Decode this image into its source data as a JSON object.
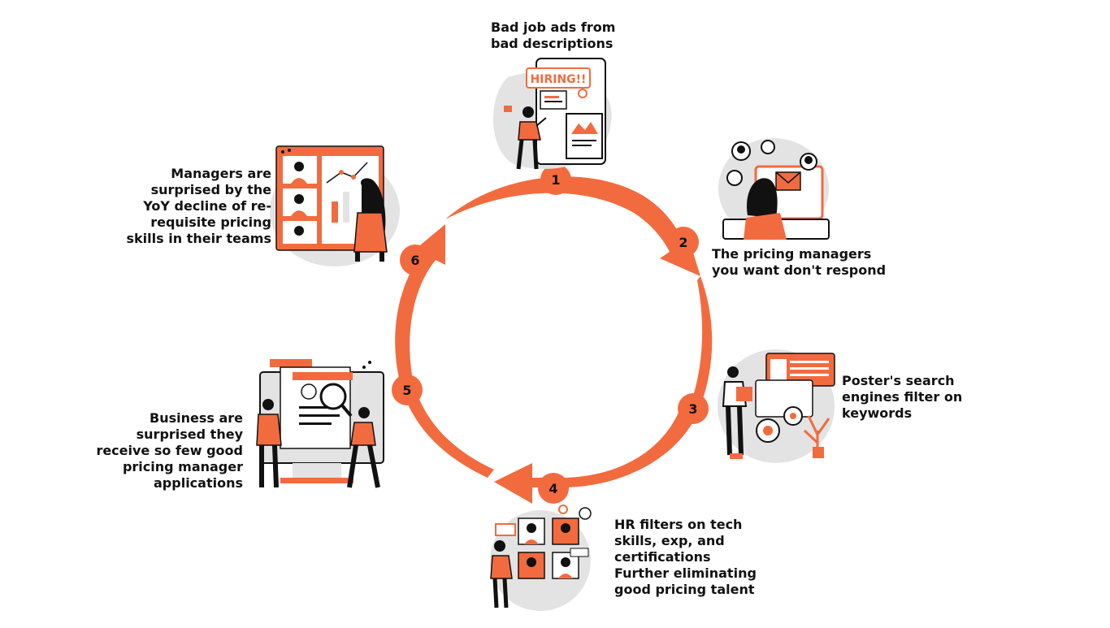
{
  "colors": {
    "accent": "#f26b3f",
    "ink": "#111111",
    "gray": "#e3e3e3"
  },
  "steps": [
    {
      "number": "1",
      "text": "Bad job ads from\nbad descriptions",
      "illustration_icon": "hiring-ad-illustration-icon",
      "badge_text": "HIRING!!"
    },
    {
      "number": "2",
      "text": "The pricing managers\nyou want don't respond",
      "illustration_icon": "email-laptop-illustration-icon"
    },
    {
      "number": "3",
      "text": "Poster's search\nengines filter on\nkeywords",
      "illustration_icon": "search-engine-gears-illustration-icon"
    },
    {
      "number": "4",
      "text": "HR filters on tech\nskills, exp, and\ncertifications\nFurther eliminating\ngood pricing talent",
      "illustration_icon": "candidate-grid-illustration-icon"
    },
    {
      "number": "5",
      "text": "Business are\nsurprised they\nreceive so few good\npricing manager\napplications",
      "illustration_icon": "magnifier-resume-illustration-icon"
    },
    {
      "number": "6",
      "text": "Managers are\nsurprised by the\nYoY decline of re-\nrequisite pricing\nskills in their teams",
      "illustration_icon": "video-conference-illustration-icon"
    }
  ]
}
